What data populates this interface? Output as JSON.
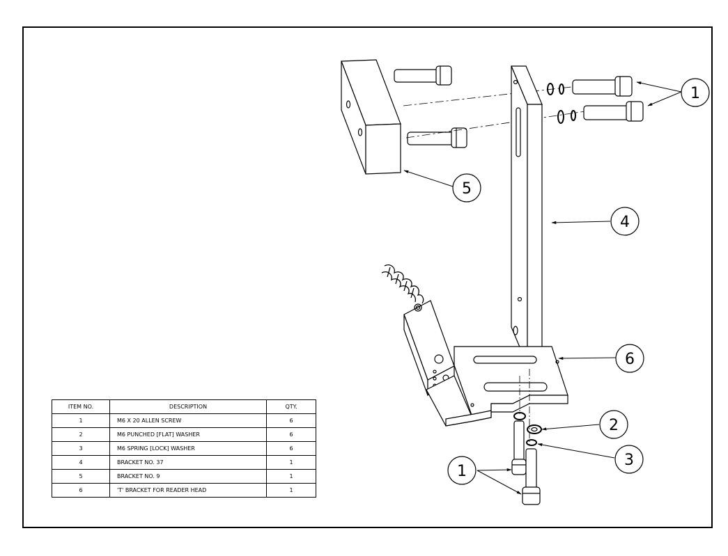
{
  "bom": {
    "headers": [
      "ITEM NO.",
      "DESCRIPTION",
      "QTY."
    ],
    "rows": [
      {
        "item": "1",
        "description": "M6 X 20 ALLEN SCREW",
        "qty": "6"
      },
      {
        "item": "2",
        "description": "M6 PUNCHED [FLAT] WASHER",
        "qty": "6"
      },
      {
        "item": "3",
        "description": "M6 SPRING [LOCK] WASHER",
        "qty": "6"
      },
      {
        "item": "4",
        "description": "BRACKET NO. 37",
        "qty": "1"
      },
      {
        "item": "5",
        "description": "BRACKET NO. 9",
        "qty": "1"
      },
      {
        "item": "6",
        "description": "'T' BRACKET FOR READER HEAD",
        "qty": "1"
      }
    ]
  },
  "callouts": {
    "c1_top": "1",
    "c5": "5",
    "c4": "4",
    "c6": "6",
    "c2": "2",
    "c3": "3",
    "c1_bottom": "1"
  },
  "colors": {
    "line": "#000000",
    "background": "#ffffff"
  }
}
